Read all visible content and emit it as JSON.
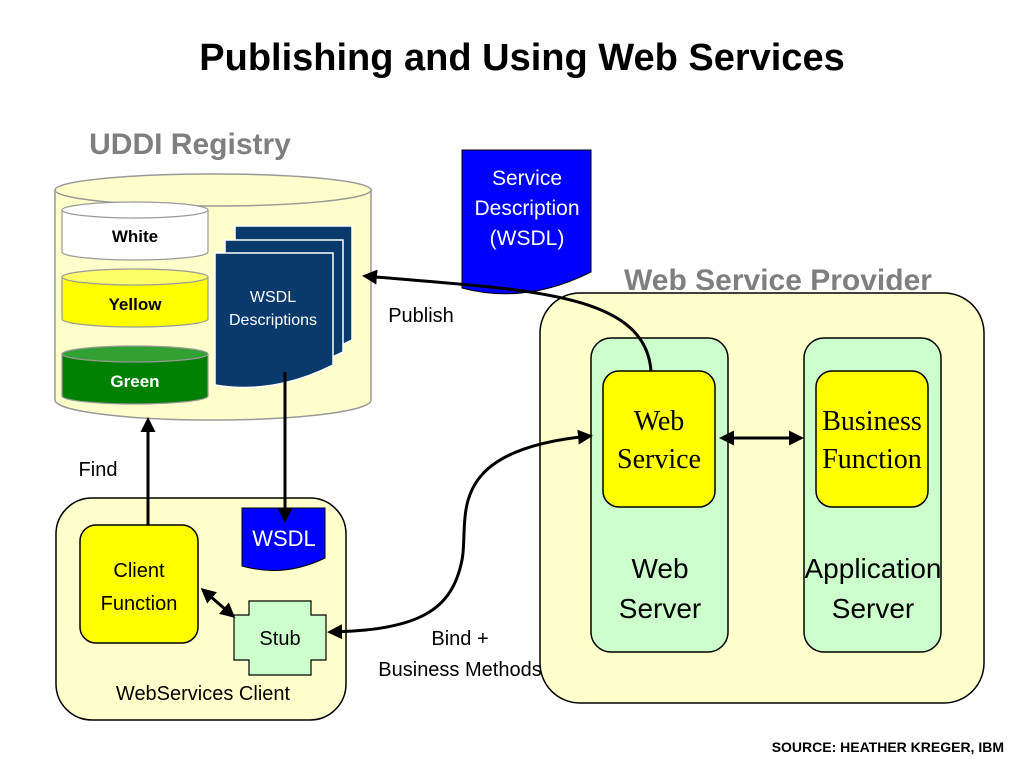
{
  "title": "Publishing and Using Web Services",
  "registry": {
    "label": "UDDI Registry",
    "pages": [
      {
        "label": "White",
        "color": "#ffffff"
      },
      {
        "label": "Yellow",
        "color": "#ffff00"
      },
      {
        "label": "Green",
        "color": "#008000"
      }
    ],
    "wsdl_stack": [
      "WSDL",
      "Descriptions"
    ]
  },
  "service_description": [
    "Service",
    "Description",
    "(WSDL)"
  ],
  "provider": {
    "label": "Web Service Provider",
    "web_service": [
      "Web",
      "Service"
    ],
    "web_server": [
      "Web",
      "Server"
    ],
    "business_function": [
      "Business",
      "Function"
    ],
    "app_server": [
      "Application",
      "Server"
    ]
  },
  "client": {
    "label": "WebServices Client",
    "client_function": [
      "Client",
      "Function"
    ],
    "stub": "Stub",
    "wsdl_doc": "WSDL"
  },
  "edges": {
    "publish": "Publish",
    "find": "Find",
    "bind": [
      "Bind +",
      "Business Methods"
    ]
  },
  "source": "SOURCE: HEATHER KREGER, IBM",
  "colors": {
    "pale_yellow": "#ffffcc",
    "pale_green": "#ccffcc",
    "yellow": "#ffff00",
    "dark_navy": "#0a3a6b",
    "blue_doc": "#0000ff"
  }
}
